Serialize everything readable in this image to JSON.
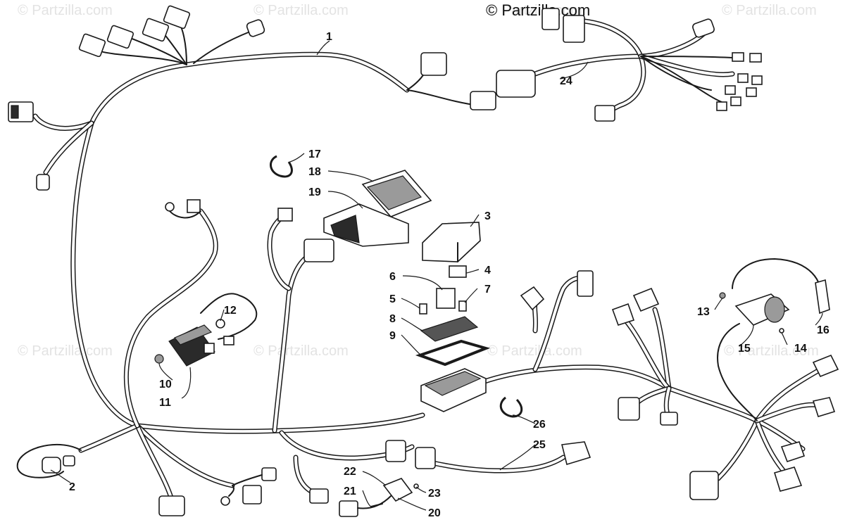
{
  "copyright": "© Partzilla.com",
  "watermarks": [
    "© Partzilla.com",
    "© Partzilla.com",
    "© Partzilla.com",
    "© Partzilla.com",
    "© Partzilla.com",
    "© Partzilla.com",
    "© Partzilla.com",
    "© Partzilla.com"
  ],
  "callouts": {
    "c1": "1",
    "c2": "2",
    "c3": "3",
    "c4": "4",
    "c5": "5",
    "c6": "6",
    "c7": "7",
    "c8": "8",
    "c9": "9",
    "c10": "10",
    "c11": "11",
    "c12": "12",
    "c13": "13",
    "c14": "14",
    "c15": "15",
    "c16": "16",
    "c17": "17",
    "c18": "18",
    "c19": "19",
    "c20": "20",
    "c21": "21",
    "c22": "22",
    "c23": "23",
    "c24": "24",
    "c25": "25",
    "c26": "26"
  }
}
